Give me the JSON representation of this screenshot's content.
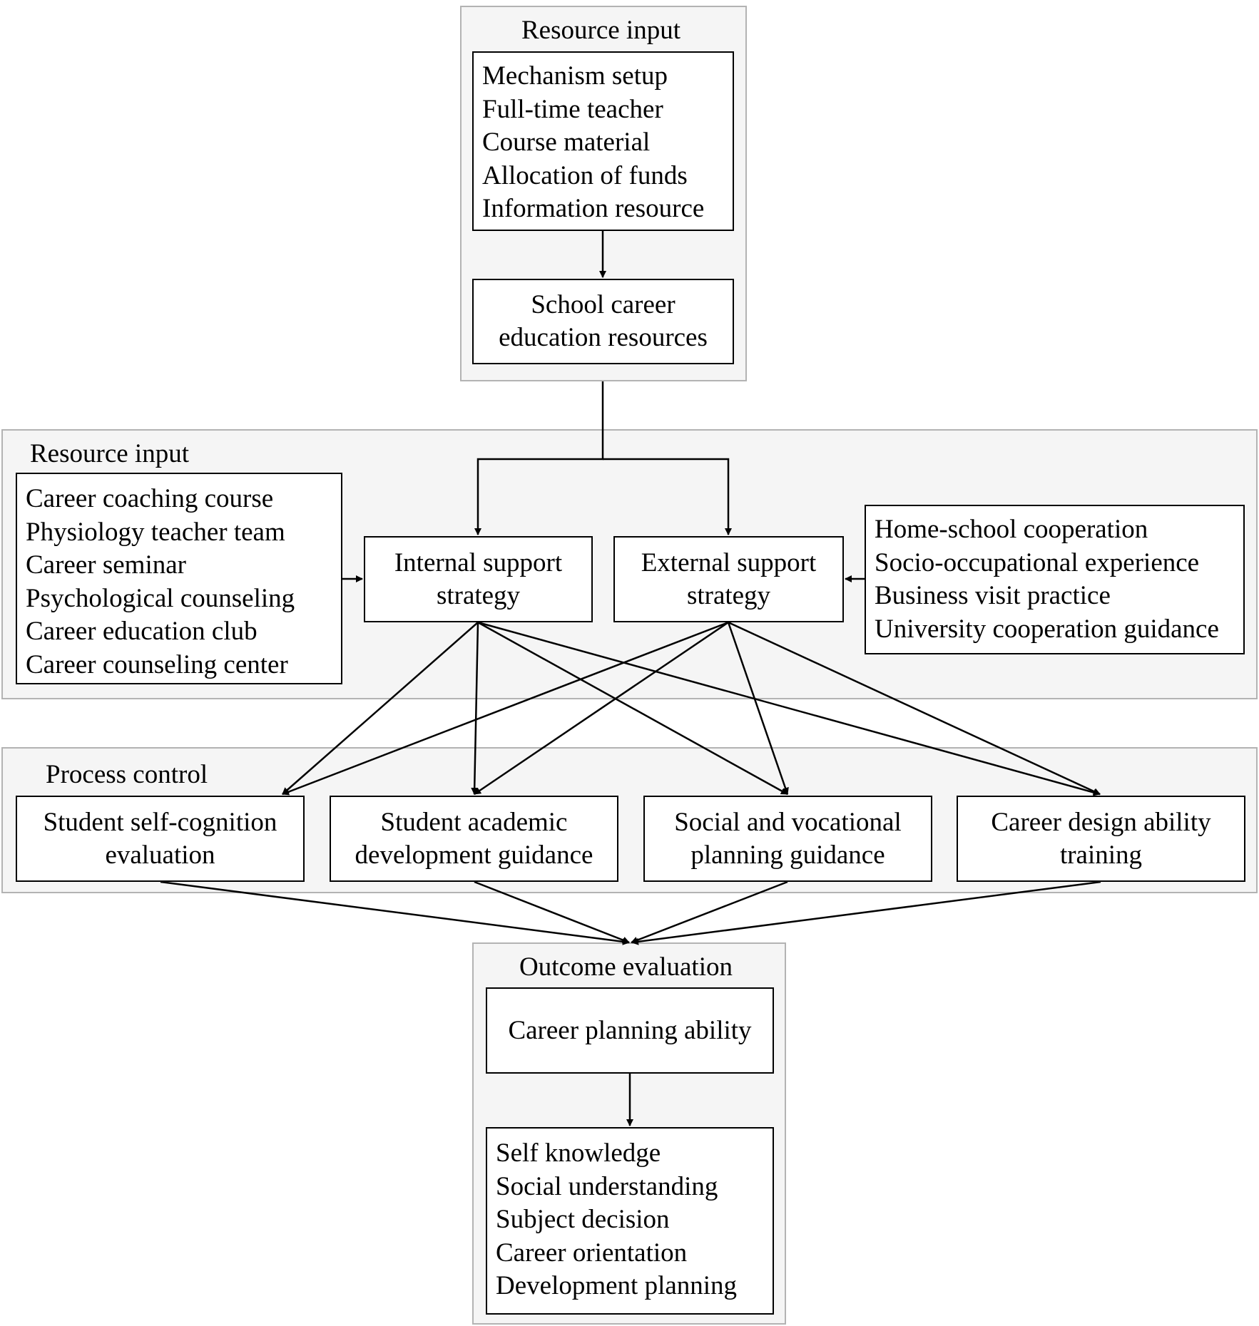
{
  "panels": {
    "top": {
      "title": "Resource input"
    },
    "middle": {
      "title": "Resource input"
    },
    "process": {
      "title": "Process control"
    },
    "outcome": {
      "title": "Outcome evaluation"
    }
  },
  "boxes": {
    "mechanism": {
      "lines": [
        "Mechanism setup",
        "Full-time teacher",
        "Course material",
        "Allocation of funds",
        "Information resource"
      ]
    },
    "school_resources": {
      "lines": [
        "School career",
        "education resources"
      ]
    },
    "internal_list": {
      "lines": [
        "Career coaching course",
        "Physiology teacher team",
        "Career seminar",
        "Psychological counseling",
        "Career education club",
        "Career counseling center"
      ]
    },
    "internal_strategy": {
      "lines": [
        "Internal support",
        "strategy"
      ]
    },
    "external_strategy": {
      "lines": [
        "External support",
        "strategy"
      ]
    },
    "external_list": {
      "lines": [
        "Home-school cooperation",
        "Socio-occupational experience",
        "Business visit practice",
        "University cooperation guidance"
      ]
    },
    "self_cognition": {
      "lines": [
        "Student self-cognition",
        "evaluation"
      ]
    },
    "academic": {
      "lines": [
        "Student academic",
        "development guidance"
      ]
    },
    "social": {
      "lines": [
        "Social and vocational",
        "planning guidance"
      ]
    },
    "design": {
      "lines": [
        "Career design ability",
        "training"
      ]
    },
    "career_planning": {
      "lines": [
        "Career planning ability"
      ]
    },
    "outcomes": {
      "lines": [
        "Self knowledge",
        "Social understanding",
        "Subject decision",
        "Career orientation",
        "Development planning"
      ]
    }
  }
}
